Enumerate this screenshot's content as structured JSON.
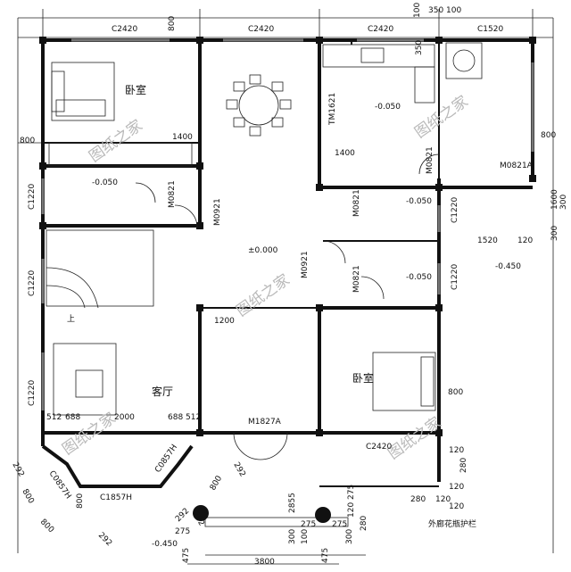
{
  "rooms": {
    "bedroom_a": "卧室",
    "bedroom_b": "卧室",
    "living": "客厅"
  },
  "watermark": "图纸之家",
  "balcony_note": "外廊花瓶护栏",
  "up_mark": "上",
  "elevations": {
    "main": "±0.000",
    "bath_a": "-0.050",
    "kitchen": "-0.050",
    "bath_b1": "-0.050",
    "bath_b2": "-0.050",
    "outside_right": "-0.450",
    "outside_bottom": "-0.450"
  },
  "openings": {
    "tm1621": "TM1621",
    "m0821_a": "M0821",
    "m0921": "M0921",
    "m0821_k": "M0821",
    "m0821a": "M0821A",
    "m0821_b1": "M0821",
    "m0921_b": "M0921",
    "m0821_b2": "M0821",
    "m1827a": "M1827A",
    "c0857h_l": "C0857H",
    "c0857h_r": "C0857H",
    "c1857h": "C1857H",
    "c1520": "C1520"
  },
  "dimensions": {
    "top_c2420_a": "C2420",
    "top_800": "800",
    "top_c2420_b": "C2420",
    "top_c2420_c": "C2420",
    "top_100a": "100",
    "top_350": "350",
    "top_100b": "100",
    "top_350v": "350",
    "left_800": "800",
    "d1400_a": "1400",
    "d1400_b": "1400",
    "right_800_a": "800",
    "left_c1220_a": "C1220",
    "left_c1220_b": "C1220",
    "left_c1220_c": "C1220",
    "right_c1220_a": "C1220",
    "right_c1220_b": "C1220",
    "right_1520": "1520",
    "right_120a": "120",
    "right_300a": "300",
    "right_1600": "1600",
    "right_300b": "300",
    "d1200": "1200",
    "right_800_b": "800",
    "d512_a": "512",
    "d688_a": "688",
    "d2000": "2000",
    "d688_b": "688",
    "d512_b": "512",
    "d2420_bottom": "C2420",
    "d120_a": "120",
    "d280_a": "280",
    "d120_b": "120",
    "d120_c": "120",
    "d280_b": "280",
    "d120_d": "120",
    "d2855": "2855",
    "d275_a": "275",
    "d120_e": "120",
    "d280_c": "280",
    "d275_b": "275",
    "d275_c": "275",
    "d275_d": "275",
    "d300_a": "300",
    "d300_b": "300",
    "d100": "100",
    "d292_a": "292",
    "d292_b": "292",
    "d292_c": "292",
    "d800_c": "800",
    "d800_d": "800",
    "d800_e": "800",
    "d800_f": "800",
    "d292_d": "292",
    "d292_e": "292",
    "d475_a": "475",
    "d3800": "3800",
    "d475_b": "475"
  }
}
